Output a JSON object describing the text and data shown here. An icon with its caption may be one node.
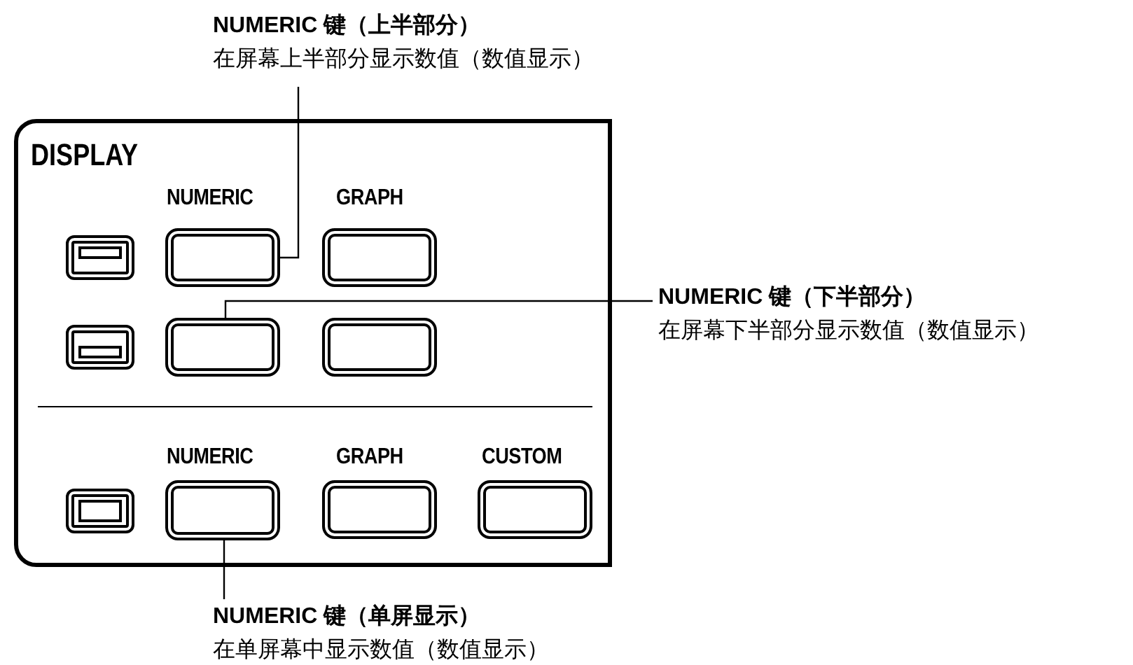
{
  "diagram": {
    "nodes": [
      {
        "text": [
          "NUMERIC 键（上半部分）",
          "在屏幕上半部分显示数值（数值显示）"
        ]
      },
      {
        "text": [
          "DISPLAY"
        ]
      },
      {
        "text": [],
        "shape": "box",
        "in": 1
      },
      {
        "text": [
          "NUMERIC 键（下半部分）",
          "在屏幕下半部分显示数值（数值显示）"
        ]
      },
      {
        "text": [],
        "shape": "box",
        "in": 1
      },
      {
        "text": [],
        "shape": "box",
        "in": 1
      },
      {
        "text": [
          "NUMERIC 键（单屏显示）",
          "在单屏幕中显示数值（数值显示）"
        ]
      }
    ],
    "edges": [
      {
        "from": 0,
        "to": 2,
        "arrow": "none"
      },
      {
        "from": 3,
        "to": 4,
        "arrow": "none"
      },
      {
        "from": 6,
        "to": 5,
        "arrow": "none"
      }
    ],
    "labels": [
      "NUMERIC",
      "GRAPH",
      "NUMERIC",
      "GRAPH",
      "CUSTOM"
    ]
  }
}
